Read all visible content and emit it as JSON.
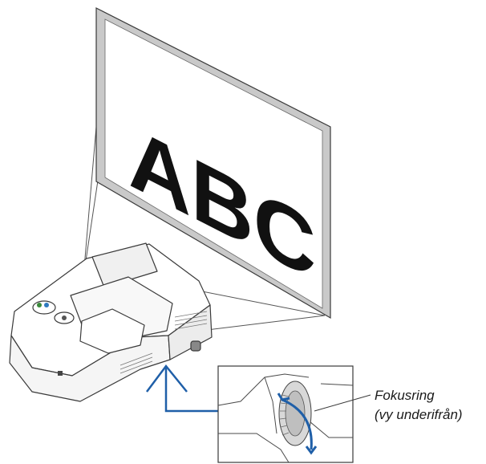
{
  "screen": {
    "text": "ABC"
  },
  "inset": {
    "label_line1": "Fokusring",
    "label_line2": "(vy underifrån)"
  },
  "colors": {
    "arrow": "#1f5fa8",
    "outline": "#3a3a3a",
    "screen_shade": "#c7c7c7"
  }
}
